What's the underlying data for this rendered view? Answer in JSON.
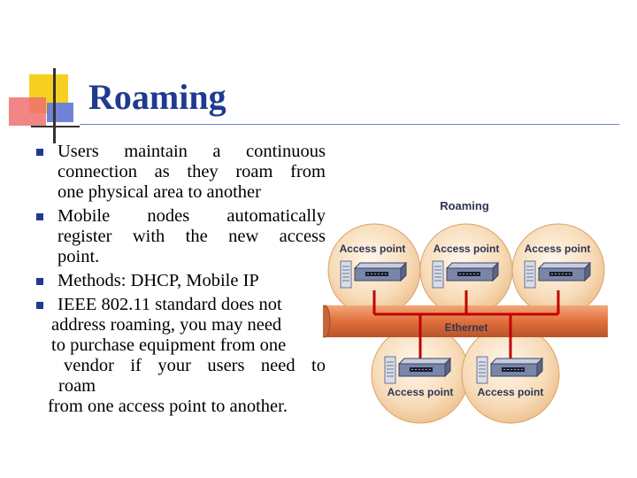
{
  "slide": {
    "title": "Roaming",
    "colors": {
      "title": "#1f3a8f",
      "bullet": "#1f3a8f",
      "ethernet": "#e07a4a",
      "cable": "#c00000",
      "circle": "#f6d5ae"
    }
  },
  "bullets": [
    {
      "lines": [
        "Users maintain a continuous",
        "connection as they roam from",
        "one physical area to another"
      ]
    },
    {
      "lines": [
        "Mobile nodes automatically",
        "register with the new access",
        "point."
      ]
    },
    {
      "lines": [
        "Methods: DHCP, Mobile IP"
      ]
    },
    {
      "lines": [
        "IEEE 802.11 standard does not",
        "address roaming, you may need",
        "to purchase equipment from one",
        "vendor if your users need to",
        "roam",
        "from one access point to another."
      ]
    }
  ],
  "diagram": {
    "title": "Roaming",
    "ethernet_label": "Ethernet",
    "access_point_label": "Access point",
    "icon": "access-point-device-icon"
  }
}
